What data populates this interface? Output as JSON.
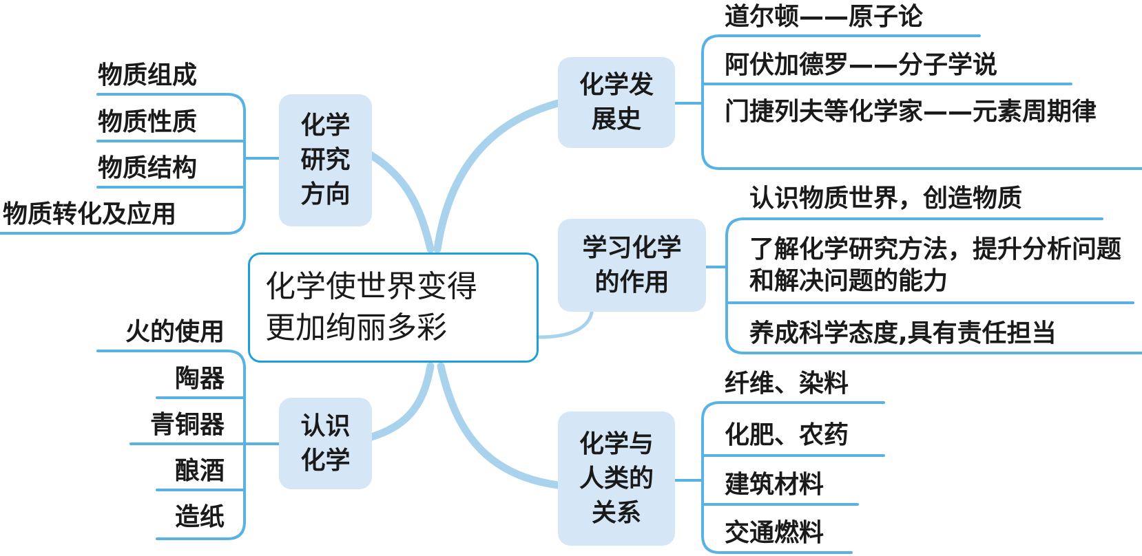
{
  "center": {
    "line1": "化学使世界变得",
    "line2": "更加绚丽多彩"
  },
  "branches": {
    "research": {
      "title_lines": [
        "化学",
        "研究",
        "方向"
      ],
      "leaves": [
        "物质组成",
        "物质性质",
        "物质结构",
        "物质转化及应用"
      ]
    },
    "know": {
      "title_lines": [
        "认识",
        "化学"
      ],
      "leaves": [
        "火的使用",
        "陶器",
        "青铜器",
        "酿酒",
        "造纸"
      ]
    },
    "history": {
      "title_lines": [
        "化学发",
        "展史"
      ],
      "leaves": [
        "道尔顿——原子论",
        "阿伏加德罗——分子学说",
        "门捷列夫等化学家——元素周期律"
      ]
    },
    "role": {
      "title_lines": [
        "学习化学",
        "的作用"
      ],
      "leaves": [
        "认识物质世界，创造物质",
        "了解化学研究方法，提升分析问题和解决问题的能力",
        "养成科学态度,具有责任担当"
      ]
    },
    "relation": {
      "title_lines": [
        "化学与",
        "人类的",
        "关系"
      ],
      "leaves": [
        "纤维、染料",
        "化肥、农药",
        "建筑材料",
        "交通燃料"
      ]
    }
  },
  "colors": {
    "line": "#58b2e4",
    "curve": "#a9d2ec",
    "node_fill": "#d5e7f6",
    "center_border": "#1e9fd8"
  }
}
